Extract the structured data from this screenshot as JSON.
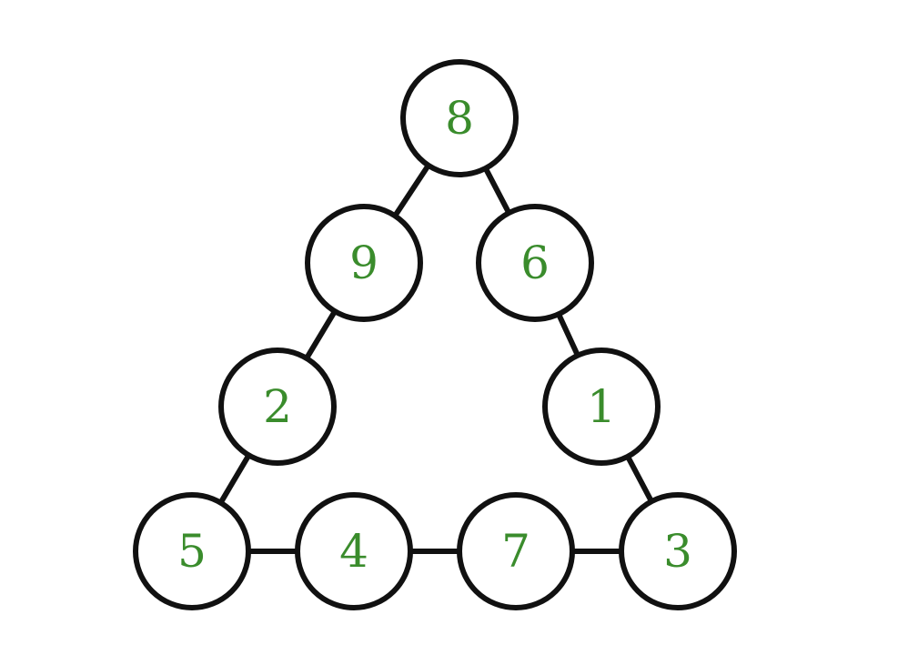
{
  "diagram": {
    "type": "number-triangle",
    "colors": {
      "number": "#3a8c2c",
      "stroke": "#111111",
      "fill": "#ffffff"
    },
    "nodes": [
      {
        "id": "n8",
        "label": "8"
      },
      {
        "id": "n9",
        "label": "9"
      },
      {
        "id": "n6",
        "label": "6"
      },
      {
        "id": "n2",
        "label": "2"
      },
      {
        "id": "n1",
        "label": "1"
      },
      {
        "id": "n5",
        "label": "5"
      },
      {
        "id": "n4",
        "label": "4"
      },
      {
        "id": "n7",
        "label": "7"
      },
      {
        "id": "n3",
        "label": "3"
      }
    ],
    "edges": [
      [
        "n8",
        "n9"
      ],
      [
        "n8",
        "n6"
      ],
      [
        "n9",
        "n2"
      ],
      [
        "n6",
        "n1"
      ],
      [
        "n2",
        "n5"
      ],
      [
        "n1",
        "n3"
      ],
      [
        "n5",
        "n4"
      ],
      [
        "n4",
        "n7"
      ],
      [
        "n7",
        "n3"
      ]
    ]
  }
}
